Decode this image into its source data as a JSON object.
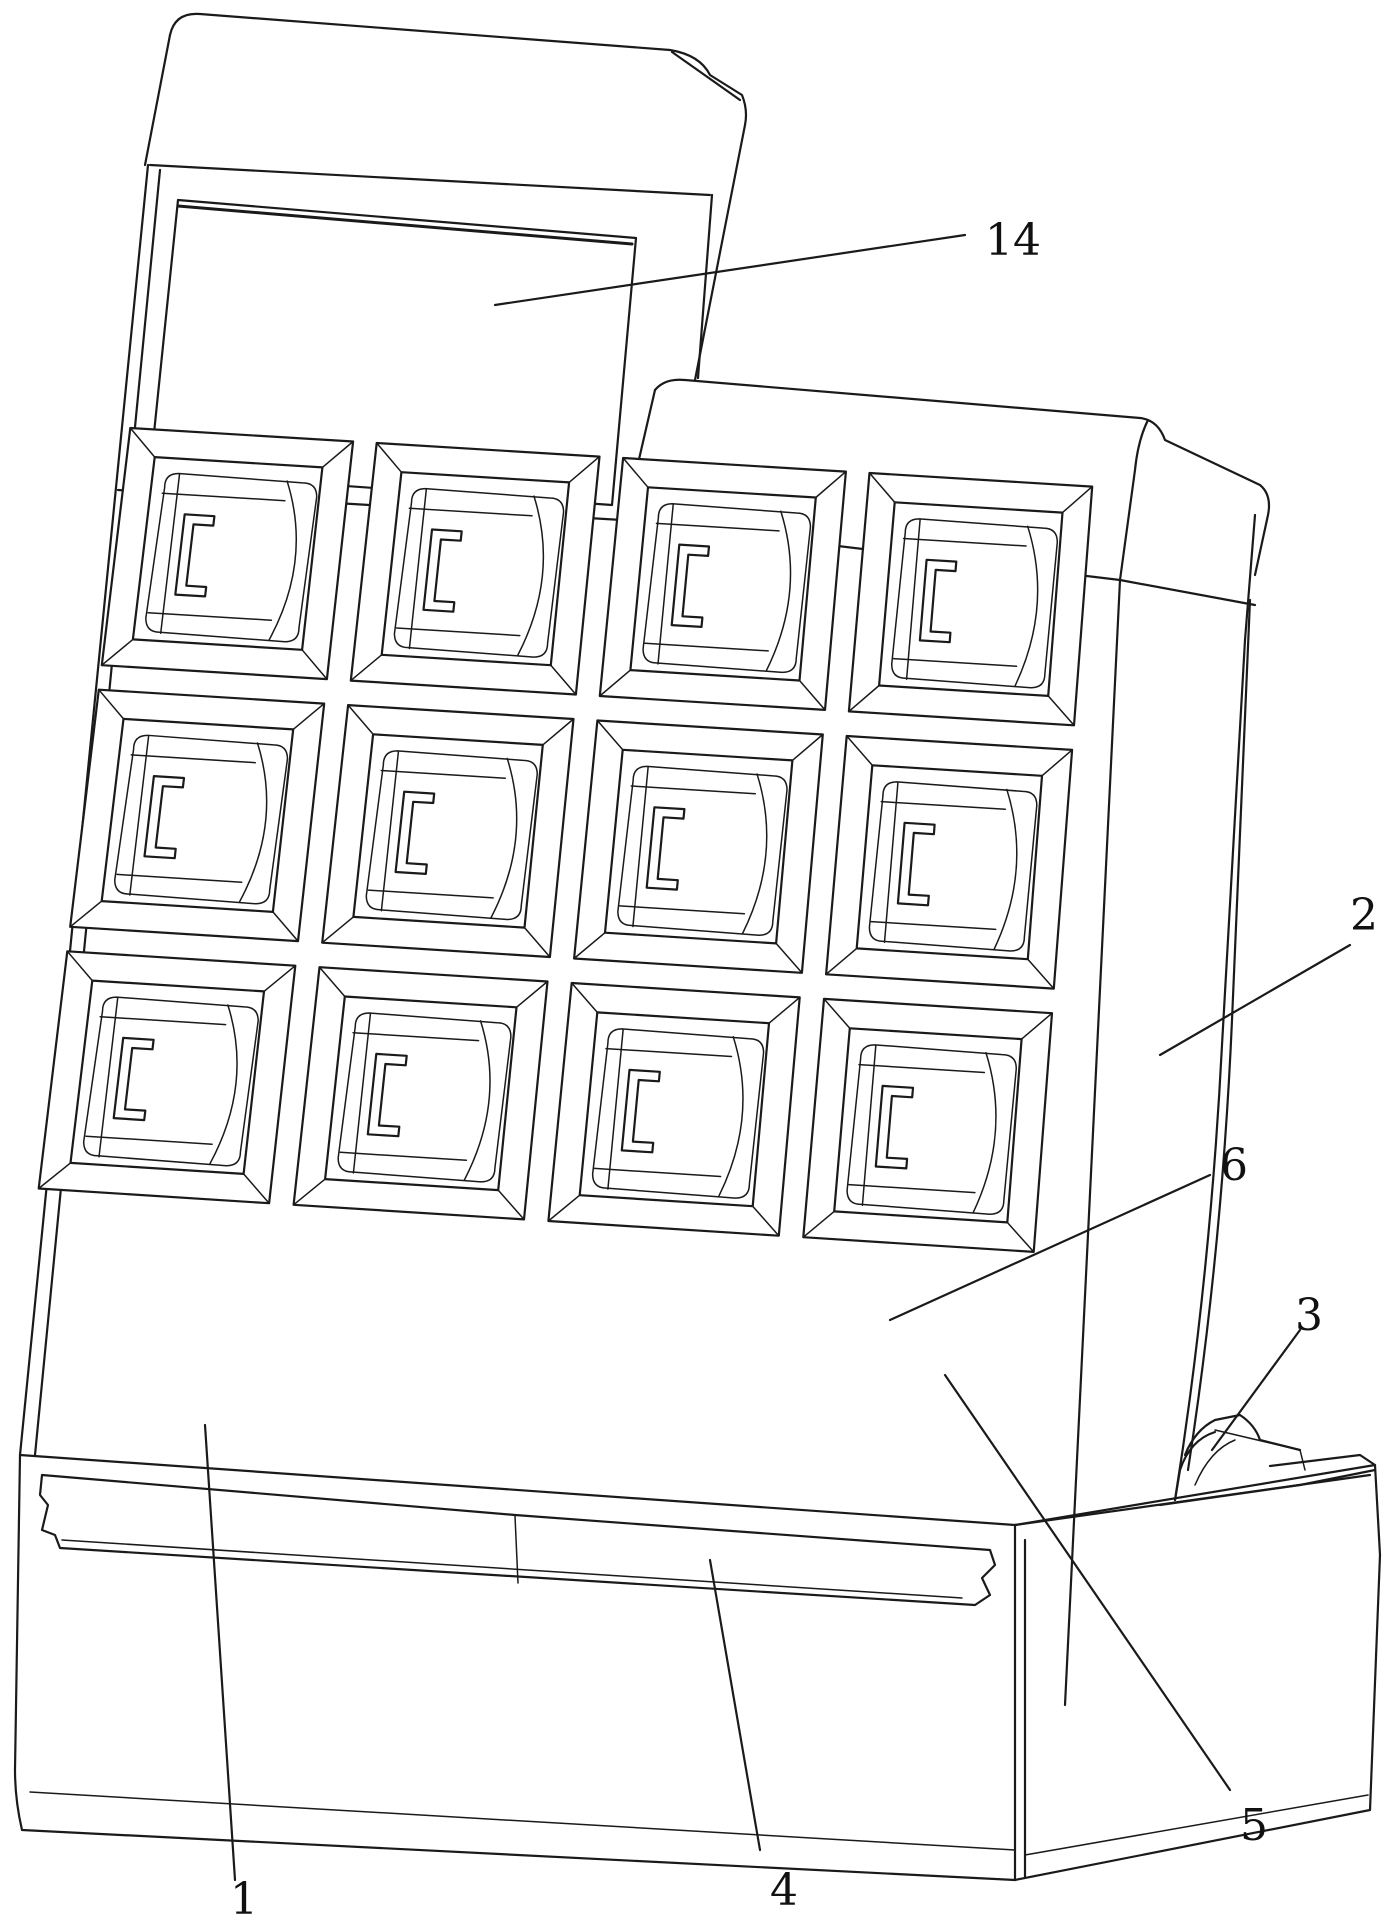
{
  "figure": {
    "labels": [
      {
        "id": "display-screen",
        "text": "14"
      },
      {
        "id": "cabinet-body",
        "text": "2"
      },
      {
        "id": "cable-tray",
        "text": "3"
      },
      {
        "id": "card-slot",
        "text": "6"
      },
      {
        "id": "charging-compartment",
        "text": "5"
      },
      {
        "id": "base",
        "text": "1"
      },
      {
        "id": "guide-rail",
        "text": "4"
      }
    ]
  },
  "colors": {
    "line": "#1a1a1a",
    "background": "#ffffff"
  }
}
